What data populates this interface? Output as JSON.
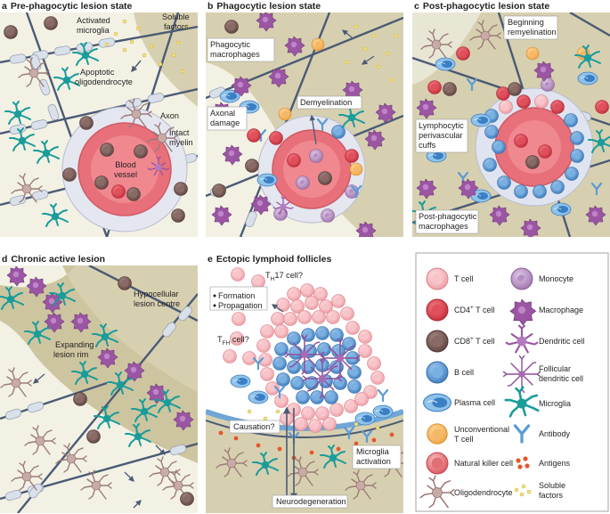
{
  "panels": {
    "a": {
      "letter": "a",
      "title": "Pre-phagocytic lesion state",
      "activated_microglia": [
        "Activated",
        "microglia"
      ],
      "soluble_factors": [
        "Soluble",
        "factors"
      ],
      "apoptotic": [
        "Apoptotic",
        "oligodendrocyte"
      ],
      "axon": "Axon",
      "intact_myelin": [
        "Intact",
        "myelin"
      ],
      "blood_vessel": [
        "Blood",
        "vessel"
      ]
    },
    "b": {
      "letter": "b",
      "title": "Phagocytic lesion state",
      "phagocytic_macrophages": [
        "Phagocytic",
        "macrophages"
      ],
      "axonal_damage": [
        "Axonal",
        "damage"
      ],
      "demyelination": "Demyelination"
    },
    "c": {
      "letter": "c",
      "title": "Post-phagocytic lesion state",
      "beginning_remyelination": [
        "Beginning",
        "remyelination"
      ],
      "cuffs": [
        "Lymphocytic",
        "perivascular",
        "cuffs"
      ],
      "post_phagocytic": [
        "Post-phagocytic",
        "macrophages"
      ]
    },
    "d": {
      "letter": "d",
      "title": "Chronic active lesion",
      "hypocellular": [
        "Hypocellular",
        "lesion centre"
      ],
      "expanding": [
        "Expanding",
        "lesion rim"
      ]
    },
    "e": {
      "letter": "e",
      "title": "Ectopic lymphoid follicles",
      "th17_main": "T",
      "th17_sub": "H",
      "th17_rest": "17 cell?",
      "formation": "Formation",
      "propagation": "Propagation",
      "tfh_main": "T",
      "tfh_sub": "FH",
      "tfh_rest": " cell?",
      "causation": "Causation?",
      "microglia_activation": [
        "Microglia",
        "activation"
      ],
      "neurodegeneration": "Neurodegeneration"
    }
  },
  "legend": {
    "left": [
      {
        "label": "T cell",
        "sup": ""
      },
      {
        "label": "CD4",
        "sup": "+",
        "rest": " T cell"
      },
      {
        "label": "CD8",
        "sup": "+",
        "rest": " T cell"
      },
      {
        "label": "B cell",
        "sup": ""
      },
      {
        "label": "Plasma cell",
        "sup": ""
      },
      {
        "label": "Unconventional",
        "line2": "T cell"
      },
      {
        "label": "Natural killer cell",
        "sup": ""
      },
      {
        "label": "Oligodendrocyte",
        "sup": ""
      }
    ],
    "right": [
      {
        "label": "Monocyte"
      },
      {
        "label": "Macrophage"
      },
      {
        "label": "Dendritic cell"
      },
      {
        "label": "Follicular",
        "line2": "dendritic cell"
      },
      {
        "label": "Microglia"
      },
      {
        "label": "Antibody"
      },
      {
        "label": "Antigens"
      },
      {
        "label": "Soluble",
        "line2": "factors"
      }
    ]
  },
  "colors": {
    "tissue": "#f2f1e4",
    "lesion": "#d7d0b0",
    "vessel_red": "#e8707a",
    "t_cell": "#f5b7bd",
    "cd4": "#de3e4b",
    "cd8": "#7d5b57",
    "b_cell": "#6da5d8",
    "microglia": "#1a9c9b",
    "macrophage": "#9b56a3",
    "axon": "#4b5b75"
  }
}
